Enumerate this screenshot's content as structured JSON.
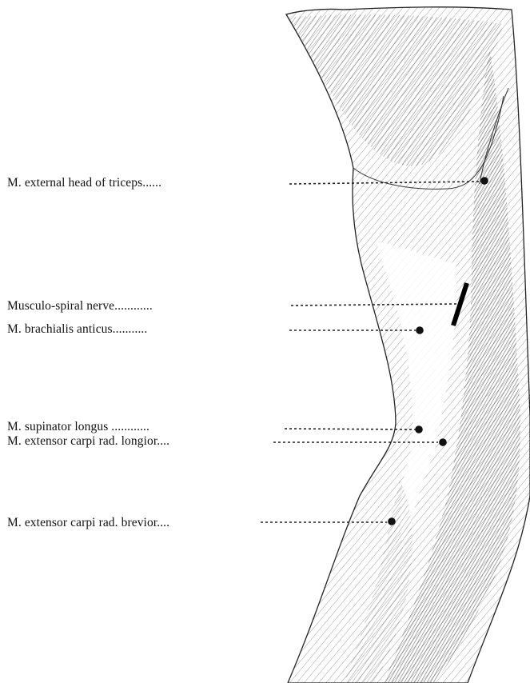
{
  "labels": {
    "external_head_triceps": "M. external head of triceps......",
    "musculo_spiral_nerve": "Musculo-spiral nerve............",
    "brachialis_anticus": "M. brachialis anticus...........",
    "supinator_longus": "M. supinator longus ............",
    "ext_carpi_rad_longior": "M. extensor carpi rad. longior....",
    "ext_carpi_rad_brevior": "M. extensor carpi rad. brevior...."
  },
  "colors": {
    "ink": "#111111",
    "hatch": "#6a6a6a",
    "background": "#ffffff"
  }
}
